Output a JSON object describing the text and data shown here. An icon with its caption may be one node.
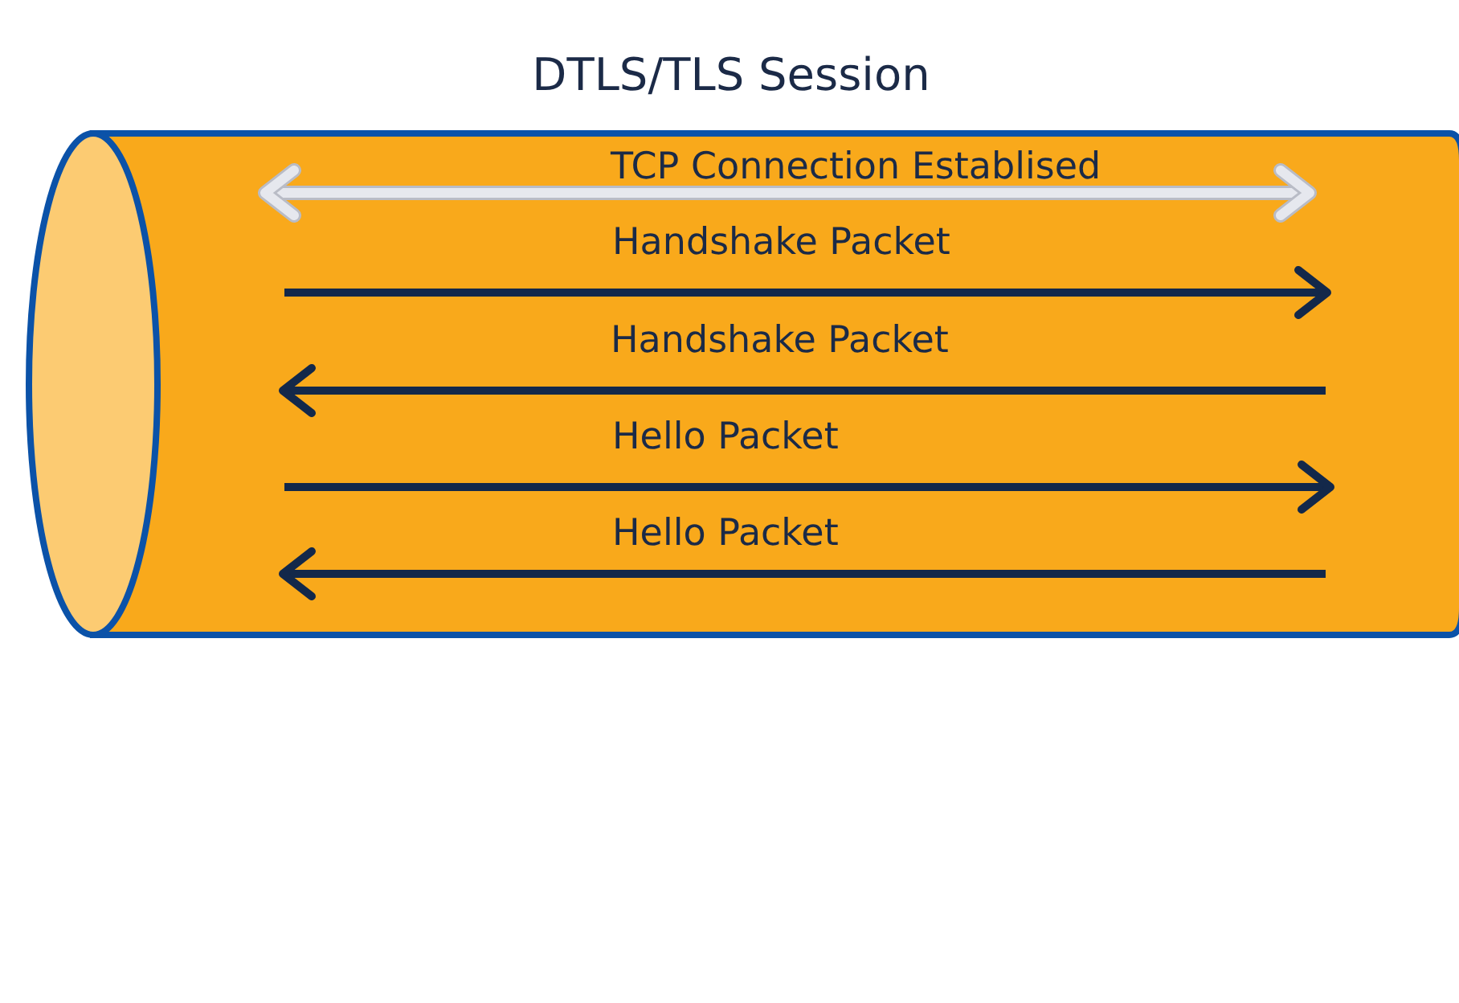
{
  "diagram": {
    "nodes": [
      {
        "text": [
          "DTLS/TLS Session"
        ]
      }
    ],
    "edges": [],
    "labels": [
      "TCP Connection Establised",
      "Handshake Packet",
      "Handshake Packet",
      "Hello Packet",
      "Hello Packet"
    ]
  }
}
